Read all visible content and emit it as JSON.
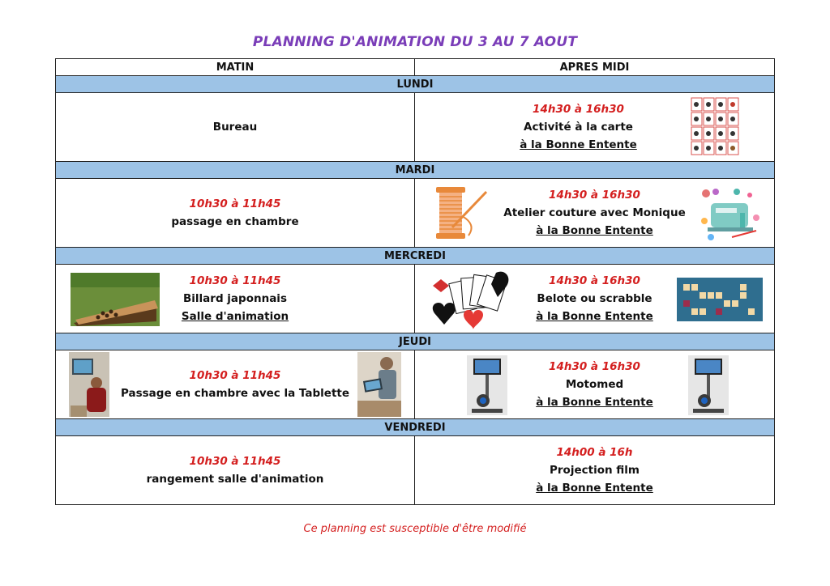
{
  "title": "PLANNING D'ANIMATION DU 3 AU 7 AOUT",
  "headers": {
    "morning": "MATIN",
    "afternoon": "APRES MIDI"
  },
  "days": [
    {
      "name": "LUNDI",
      "morning": {
        "time": "",
        "activity": "Bureau",
        "location": ""
      },
      "afternoon": {
        "time": "14h30 à 16h30",
        "activity": "Activité à la carte",
        "location": "à la Bonne Entente"
      }
    },
    {
      "name": "MARDI",
      "morning": {
        "time": "10h30 à 11h45",
        "activity": "passage en chambre",
        "location": ""
      },
      "afternoon": {
        "time": "14h30 à 16h30",
        "activity": "Atelier couture avec Monique",
        "location": "à la Bonne Entente"
      }
    },
    {
      "name": "MERCREDI",
      "morning": {
        "time": "10h30 à 11h45",
        "activity": "Billard japonnais",
        "location": "Salle d'animation"
      },
      "afternoon": {
        "time": "14h30 à 16h30",
        "activity": "Belote ou scrabble",
        "location": "à la Bonne Entente"
      }
    },
    {
      "name": "JEUDI",
      "morning": {
        "time": "10h30 à 11h45",
        "activity": "Passage en chambre avec la Tablette",
        "location": ""
      },
      "afternoon": {
        "time": "14h30 à 16h30",
        "activity": "Motomed",
        "location": "à la Bonne Entente"
      }
    },
    {
      "name": "VENDREDI",
      "morning": {
        "time": "10h30 à 11h45",
        "activity": "rangement salle d'animation",
        "location": ""
      },
      "afternoon": {
        "time": "14h00 à 16h",
        "activity": "Projection film",
        "location": "à la Bonne Entente"
      }
    }
  ],
  "footer": "Ce planning est susceptible d'être modifié",
  "colors": {
    "title": "#7a3db8",
    "time": "#d41f1f",
    "dayBand": "#9dc3e6"
  }
}
